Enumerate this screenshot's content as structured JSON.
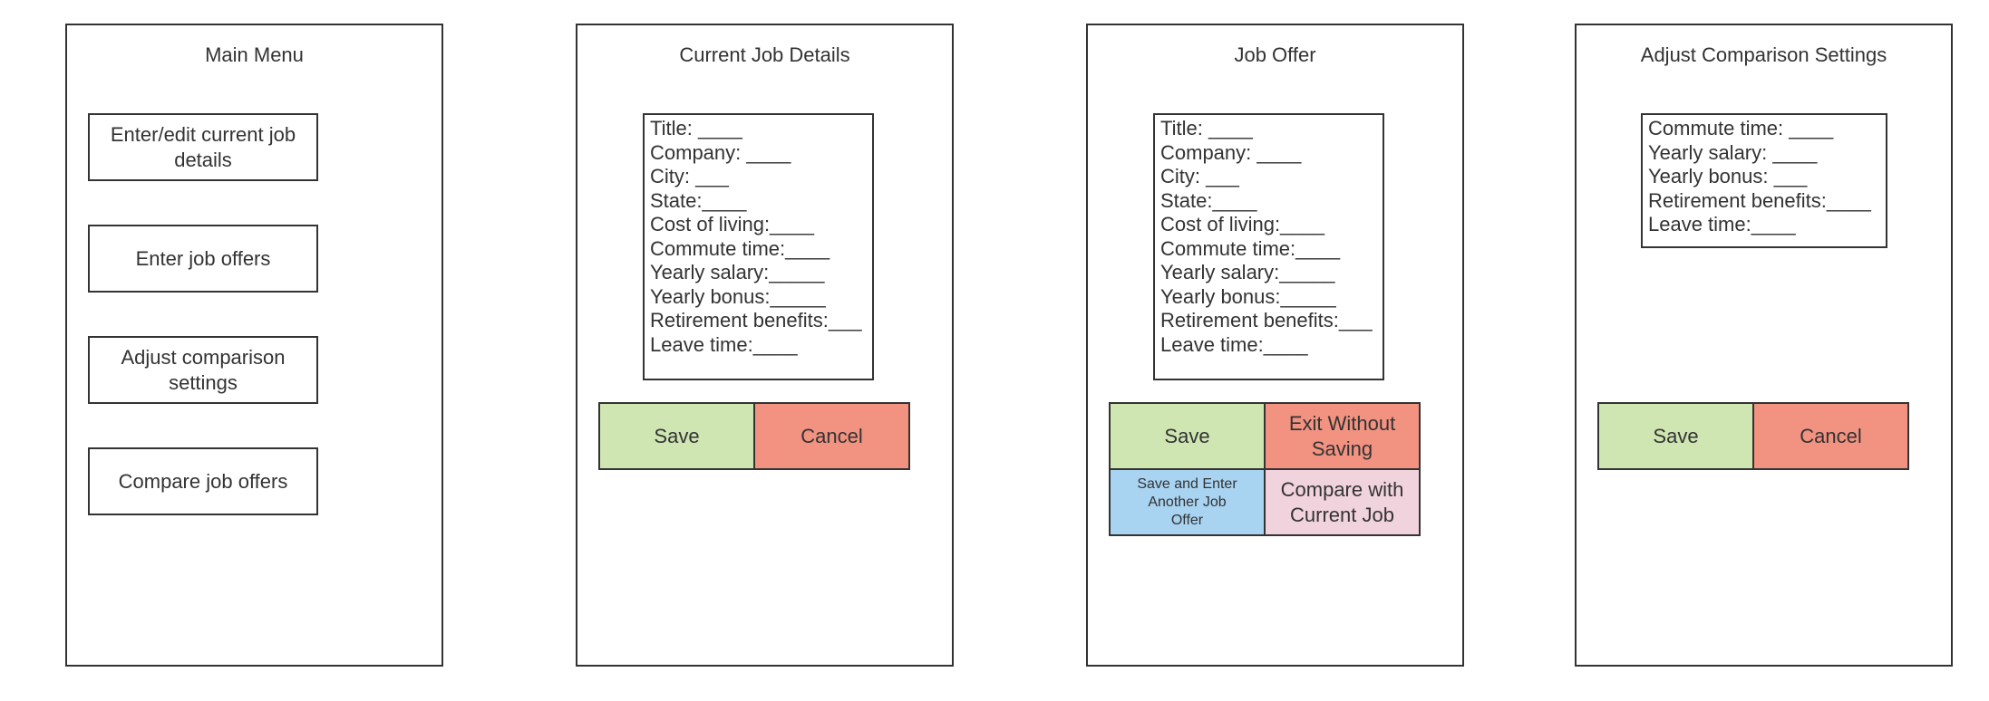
{
  "colors": {
    "save": "#cfe6b3",
    "cancel": "#f29281",
    "save_another": "#a8d3f1",
    "compare_current": "#f1d3dd",
    "border": "#333333",
    "text": "#333333"
  },
  "main_menu": {
    "title": "Main Menu",
    "buttons": [
      {
        "label": "Enter/edit current job details"
      },
      {
        "label": "Enter job offers"
      },
      {
        "label": "Adjust comparison settings"
      },
      {
        "label": "Compare job offers"
      }
    ]
  },
  "current_job": {
    "title": "Current Job Details",
    "fields": [
      "Title: ____",
      "Company: ____",
      "City: ___",
      "State:____",
      "Cost of living:____",
      "Commute time:____",
      "Yearly salary:_____",
      "Yearly bonus:_____",
      "Retirement benefits:___",
      "Leave time:____"
    ],
    "save_label": "Save",
    "cancel_label": "Cancel"
  },
  "job_offer": {
    "title": "Job Offer",
    "fields": [
      "Title: ____",
      "Company: ____",
      "City: ___",
      "State:____",
      "Cost of living:____",
      "Commute time:____",
      "Yearly salary:_____",
      "Yearly bonus:_____",
      "Retirement benefits:___",
      "Leave time:____"
    ],
    "save_label": "Save",
    "exit_label": "Exit Without Saving",
    "save_another_label": "Save and Enter Another Job Offer",
    "compare_current_label": "Compare with Current Job"
  },
  "adjust_settings": {
    "title": "Adjust Comparison Settings",
    "fields": [
      "Commute time: ____",
      "Yearly salary: ____",
      "Yearly bonus: ___",
      "Retirement benefits:____",
      "Leave time:____"
    ],
    "save_label": "Save",
    "cancel_label": "Cancel"
  }
}
